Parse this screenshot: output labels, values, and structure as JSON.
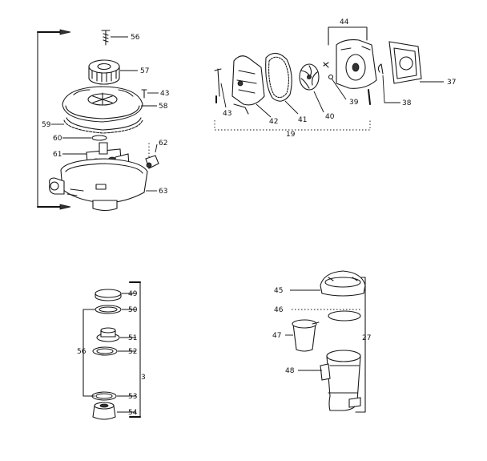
{
  "labels": {
    "p56_top": "56",
    "p57": "57",
    "p43_a": "43",
    "p58": "58",
    "p59": "59",
    "p60": "60",
    "p61": "61",
    "p62": "62",
    "p63": "63",
    "p44": "44",
    "p37": "37",
    "p43_b": "43",
    "p42": "42",
    "p41": "41",
    "p40": "40",
    "p39": "39",
    "p38": "38",
    "p19": "19",
    "p49": "49",
    "p50": "50",
    "p51": "51",
    "p56_kit": "56",
    "p52": "52",
    "p3": "3",
    "p53": "53",
    "p54": "54",
    "p45": "45",
    "p46": "46",
    "p47": "47",
    "p27": "27",
    "p48": "48"
  }
}
